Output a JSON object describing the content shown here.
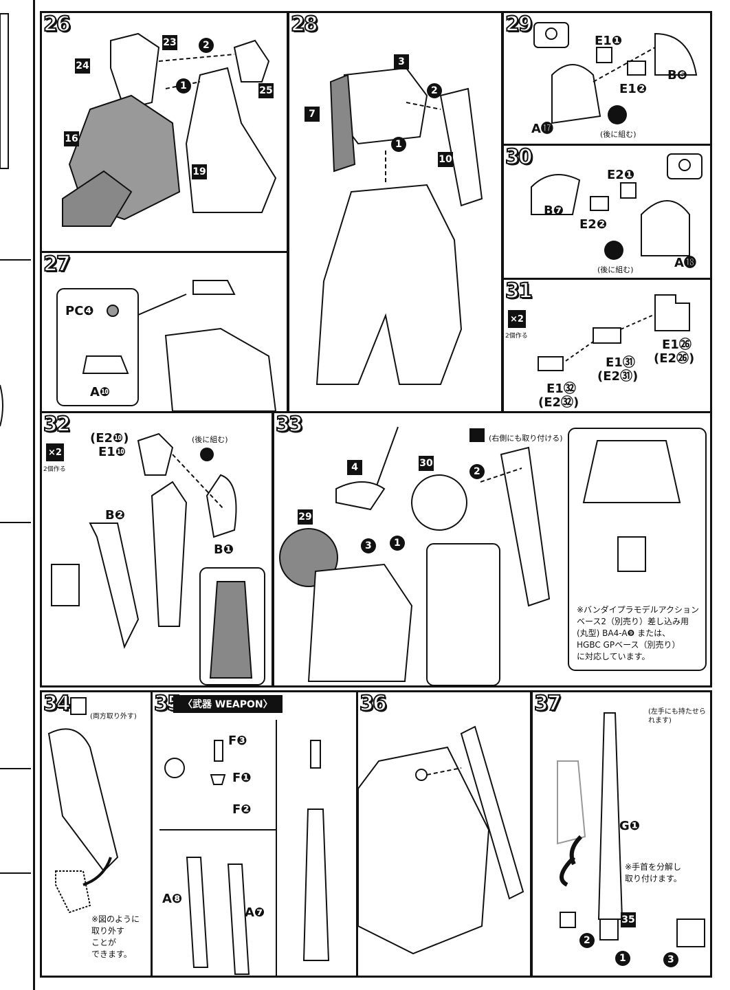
{
  "steps": {
    "s26": {
      "num": "26",
      "tags": {
        "t23": "23",
        "t24": "24",
        "t25": "25",
        "t16": "16",
        "t19": "19"
      },
      "arrows": {
        "a1": "1",
        "a2": "2"
      }
    },
    "s27": {
      "num": "27",
      "labels": {
        "pc": "PC❹",
        "a10": "A❿"
      }
    },
    "s28": {
      "num": "28",
      "tags": {
        "t3": "3",
        "t7": "7",
        "t10": "10"
      },
      "arrows": {
        "a1": "1",
        "a2": "2"
      }
    },
    "s29": {
      "num": "29",
      "labels": {
        "e1a": "E1❶",
        "e1b": "E1❷",
        "b6": "B❻",
        "a17": "A⓱",
        "later": "(後に組む)"
      }
    },
    "s30": {
      "num": "30",
      "labels": {
        "e2a": "E2❶",
        "e2b": "E2❷",
        "b7": "B❼",
        "a18": "A⓲",
        "later": "(後に組む)"
      }
    },
    "s31": {
      "num": "31",
      "x2": "×2",
      "make2": "2個作る",
      "labels": {
        "e126": "E1㉖",
        "e226": "(E2㉖)",
        "e131": "E1㉛",
        "e231": "(E2㉛)",
        "e132": "E1㉜",
        "e232": "(E2㉜)"
      }
    },
    "s32": {
      "num": "32",
      "x2": "×2",
      "make2": "2個作る",
      "labels": {
        "e210": "(E2❿)",
        "e110": "E1❿",
        "later": "(後に組む)",
        "b2": "B❷",
        "b1": "B❶"
      }
    },
    "s33": {
      "num": "33",
      "right_side": "(右側にも取り付ける)",
      "tags": {
        "t4": "4",
        "t30": "30",
        "t29": "29"
      },
      "arrows": {
        "a1": "1",
        "a2": "2",
        "a3": "3"
      },
      "note": [
        "※バンダイプラモデルアクション",
        "ベース2（別売り）差し込み用",
        "(丸型) BA4-A❾ または、",
        "HGBC GPベース（別売り）",
        "に対応しています。"
      ]
    },
    "s34": {
      "num": "34",
      "remove_both": "(両方取り外す)",
      "note": [
        "※図のように",
        "取り外す",
        "ことが",
        "できます。"
      ]
    },
    "s35": {
      "num": "35",
      "banner": "〈武器 WEAPON〉",
      "labels": {
        "f3": "F❸",
        "f1": "F❶",
        "f2": "F❷",
        "a8": "A❽",
        "a7": "A❼"
      }
    },
    "s36": {
      "num": "36"
    },
    "s37": {
      "num": "37",
      "left_hold": "(左手にも持たせられます)",
      "labels": {
        "g1": "G❶",
        "t35": "35"
      },
      "arrows": {
        "a1": "1",
        "a2": "2",
        "a3": "3"
      },
      "note": [
        "※手首を分解し",
        "取り付けます。"
      ]
    }
  }
}
